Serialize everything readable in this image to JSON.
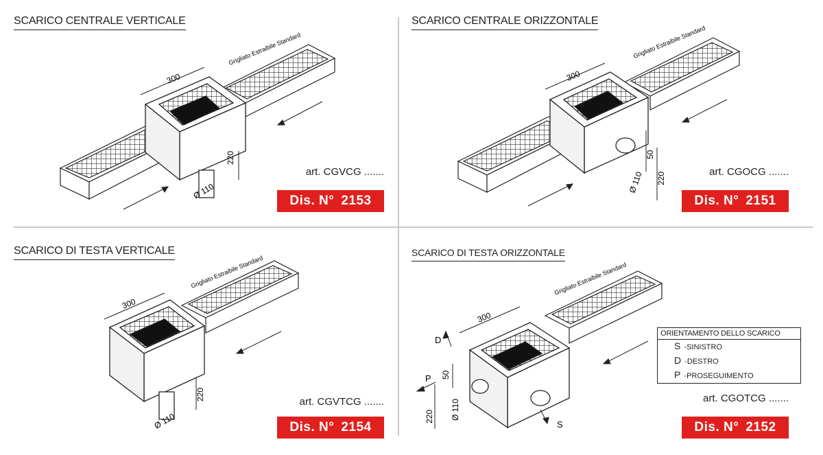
{
  "panels": [
    {
      "title": "SCARICO CENTRALE VERTICALE",
      "article": "art. CGVCG .......",
      "dis_label": "Dis. N°",
      "dis_number": "2153",
      "dim_width": "300",
      "dim_height": "220",
      "dim_diameter": "Ø 110",
      "grate_label": "Grigliato Estraibile Standard"
    },
    {
      "title": "SCARICO CENTRALE ORIZZONTALE",
      "article": "art. CGOCG .......",
      "dis_label": "Dis. N°",
      "dis_number": "2151",
      "dim_width": "300",
      "dim_height": "220",
      "dim_offset": "50",
      "dim_diameter": "Ø 110",
      "grate_label": "Grigliato Estraibile Standard"
    },
    {
      "title": "SCARICO DI TESTA VERTICALE",
      "article": "art. CGVTCG .......",
      "dis_label": "Dis. N°",
      "dis_number": "2154",
      "dim_width": "300",
      "dim_height": "220",
      "dim_diameter": "Ø 110",
      "grate_label": "Grigliato Estraibile Standard"
    },
    {
      "title": "SCARICO DI TESTA ORIZZONTALE",
      "article": "art. CGOTCG .......",
      "dis_label": "Dis. N°",
      "dis_number": "2152",
      "dim_width": "300",
      "dim_height": "220",
      "dim_offset": "50",
      "dim_diameter": "Ø 110",
      "grate_label": "Grigliato Estraibile Standard",
      "dir_d": "D",
      "dir_p": "P",
      "dir_s": "S"
    }
  ],
  "legend": {
    "title": "ORIENTAMENTO DELLO SCARICO",
    "items": [
      {
        "key": "S",
        "label": "-SINISTRO"
      },
      {
        "key": "D",
        "label": "-DESTRO"
      },
      {
        "key": "P",
        "label": "-PROSEGUIMENTO"
      }
    ]
  },
  "colors": {
    "accent": "#e0201e",
    "line": "#222222",
    "divider": "#c8c8c8"
  }
}
